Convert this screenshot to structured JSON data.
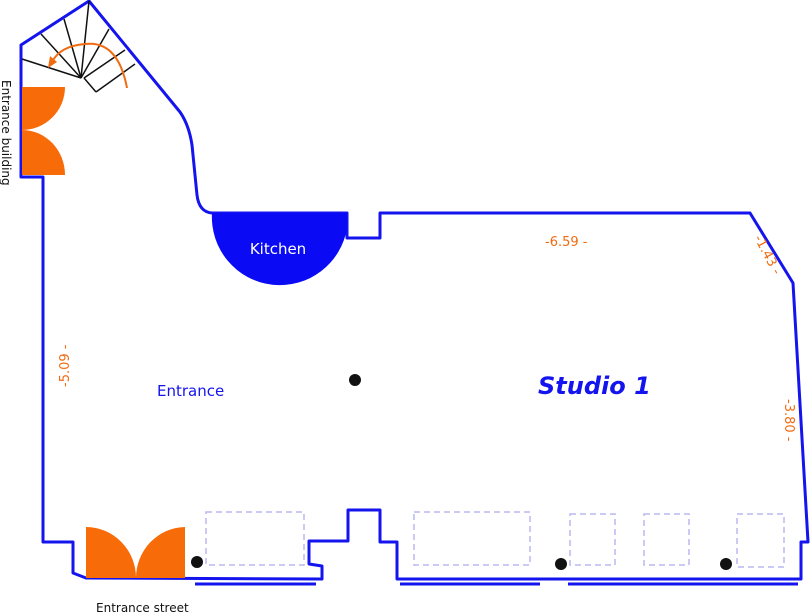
{
  "labels": {
    "entrance_building": "Entrance building",
    "entrance_street": "Entrance street",
    "entrance": "Entrance",
    "kitchen": "Kitchen",
    "studio": "Studio 1"
  },
  "dimensions": {
    "top_wall": "-6.59 -",
    "corner_wall": "-1.43 -",
    "right_wall": "-3.80 -",
    "left_wall": "-5.09 -"
  },
  "colors": {
    "wall": "#1414ee",
    "door": "#f76b08",
    "dimension": "#f26a10",
    "column": "#111111",
    "furniture": "#b8b8f0"
  }
}
